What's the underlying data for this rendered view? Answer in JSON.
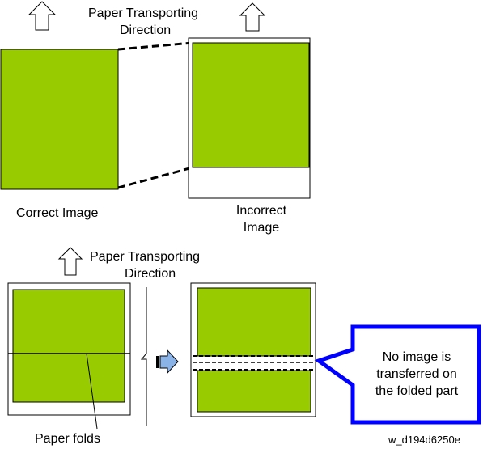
{
  "top_section": {
    "direction_label_line1": "Paper Transporting",
    "direction_label_line2": "Direction",
    "correct_label": "Correct Image",
    "incorrect_label_line1": "Incorrect",
    "incorrect_label_line2": "Image"
  },
  "bottom_section": {
    "direction_label_line1": "Paper Transporting",
    "direction_label_line2": "Direction",
    "fold_label": "Paper folds",
    "callout_line1": "No image is",
    "callout_line2": "transferred on",
    "callout_line3": "the folded part"
  },
  "figure_code": "w_d194d6250e",
  "colors": {
    "image_fill": "#99cc00",
    "callout_border": "#0000ff",
    "process_arrow": "#8ab4e8",
    "outline": "#000000",
    "background": "#ffffff"
  }
}
